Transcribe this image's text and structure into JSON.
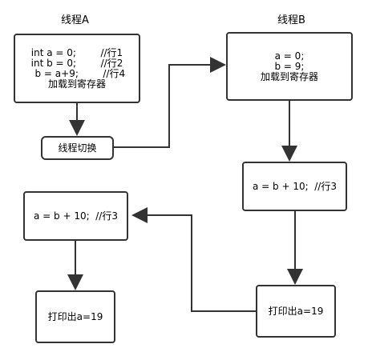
{
  "diagram": {
    "lanes": {
      "threadA": "线程A",
      "threadB": "线程B"
    },
    "nodes": {
      "a1_lines": [
        "int a = 0;        //行1",
        "int b = 0;        //行2",
        "  b = a+9;        //行4",
        "加载到寄存器"
      ],
      "switch_label": "线程切换",
      "b1_lines": [
        "a = 0;",
        "b = 9;",
        "加载到寄存器"
      ],
      "b2_label": "a = b + 10;  //行3",
      "a3_label": "a = b + 10;  //行3",
      "a4_label": "打印出a=19",
      "b3_label": "打印出a=19"
    }
  }
}
